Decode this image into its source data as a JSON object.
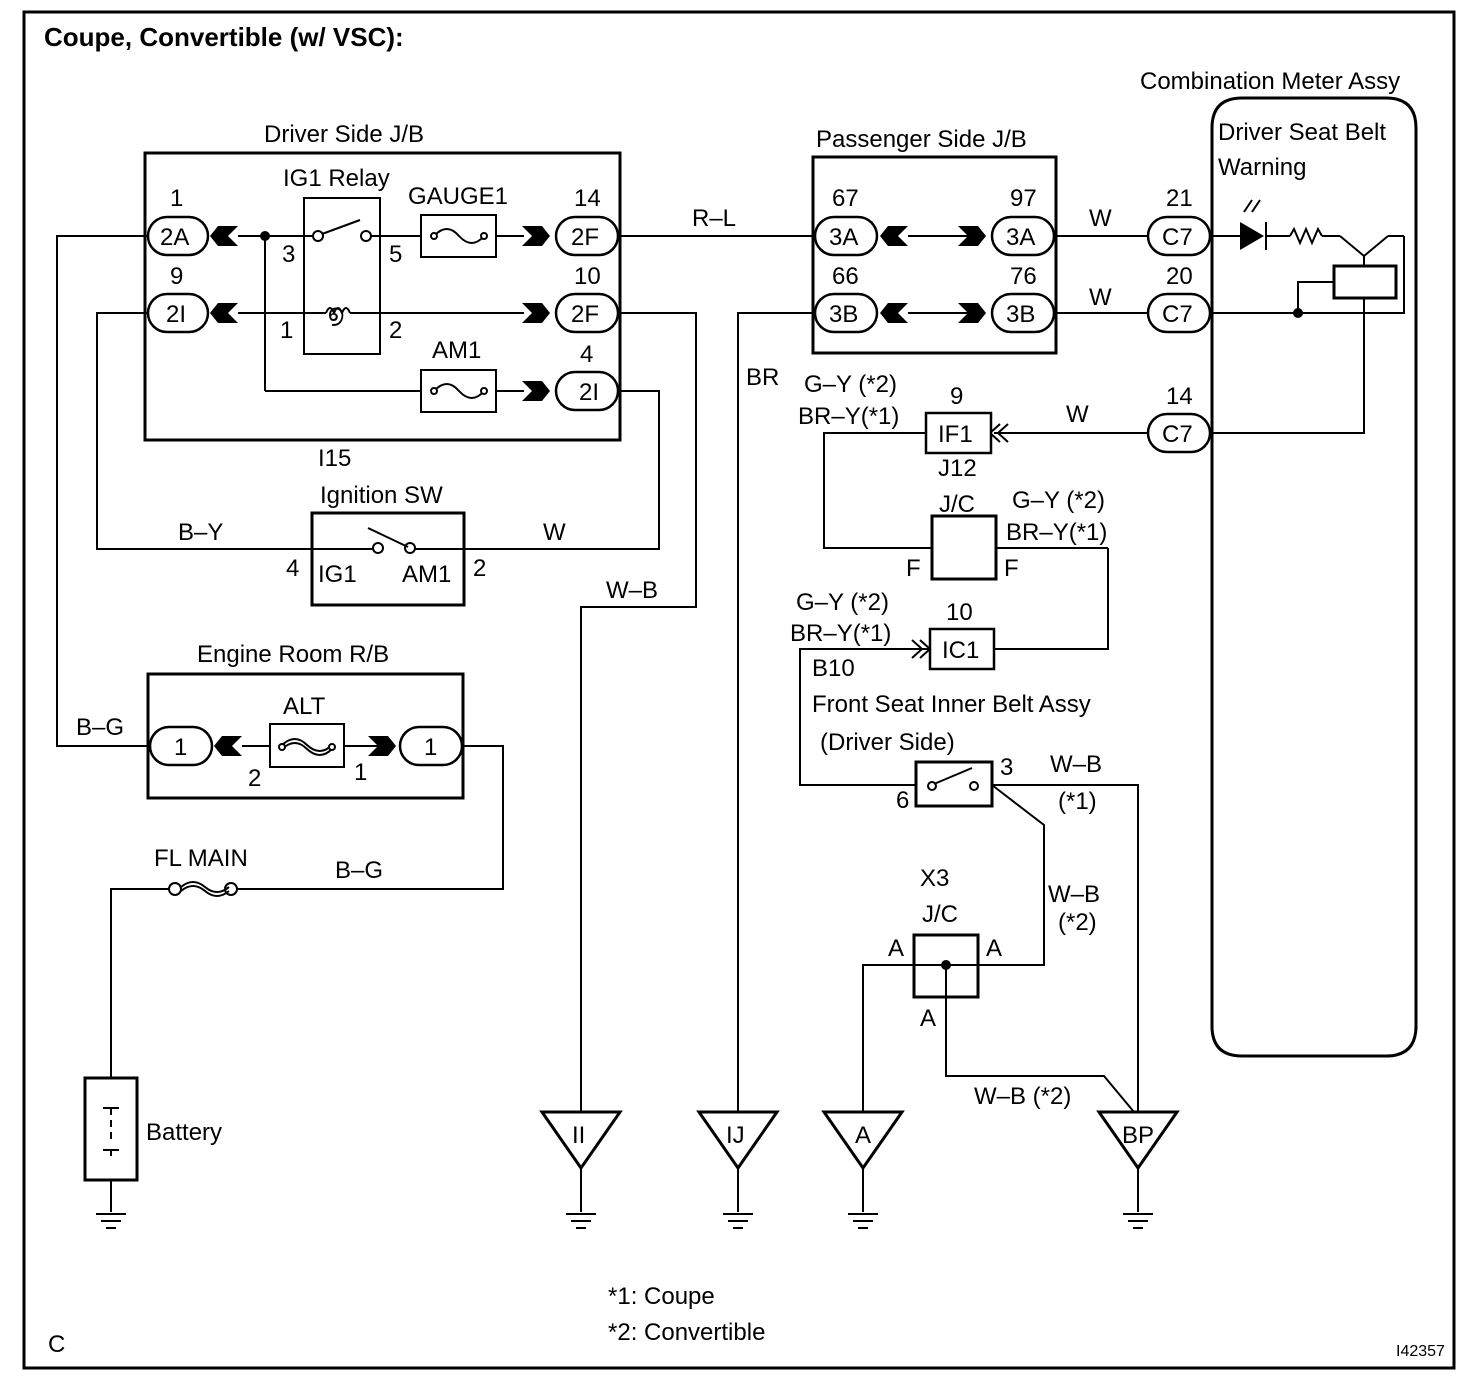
{
  "title": "Coupe, Convertible (w/ VSC):",
  "components": {
    "driver_jb": "Driver Side J/B",
    "ig1_relay": "IG1 Relay",
    "gauge1": "GAUGE1",
    "am1": "AM1",
    "i15": "I15",
    "ignition_sw": "Ignition SW",
    "ig1": "IG1",
    "am1_term": "AM1",
    "engine_rb": "Engine Room R/B",
    "alt": "ALT",
    "fl_main": "FL MAIN",
    "battery": "Battery",
    "passenger_jb": "Passenger Side J/B",
    "combo_meter": "Combination Meter Assy",
    "warning_line1": "Driver Seat Belt",
    "warning_line2": "Warning",
    "j12": "J12",
    "jc": "J/C",
    "b10": "B10",
    "belt_line1": "Front Seat Inner Belt Assy",
    "belt_line2": "(Driver Side)",
    "x3": "X3",
    "jc2": "J/C"
  },
  "connectors": {
    "c2a": "2A",
    "c2i_a": "2I",
    "c2f_a": "2F",
    "c2f_b": "2F",
    "c2i_b": "2I",
    "c3a_a": "3A",
    "c3b_a": "3B",
    "c3a_b": "3A",
    "c3b_b": "3B",
    "c7_a": "C7",
    "c7_b": "C7",
    "c7_c": "C7",
    "if1": "IF1",
    "ic1": "IC1",
    "er1_a": "1",
    "er1_b": "1"
  },
  "pins": {
    "p1": "1",
    "p9": "9",
    "p14": "14",
    "p10": "10",
    "p4": "4",
    "r3": "3",
    "r5": "5",
    "r1": "1",
    "r2": "2",
    "sw4": "4",
    "sw2": "2",
    "alt2": "2",
    "alt1": "1",
    "p67": "67",
    "p66": "66",
    "p97": "97",
    "p76": "76",
    "p21": "21",
    "p20": "20",
    "p14b": "14",
    "if9": "9",
    "ic10": "10",
    "jcF1": "F",
    "jcF2": "F",
    "b3": "3",
    "b6": "6",
    "xA1": "A",
    "xA2": "A",
    "xA3": "A"
  },
  "wires": {
    "rl": "R–L",
    "w1": "W",
    "w2": "W",
    "w3": "W",
    "w_ign": "W",
    "br": "BR",
    "by": "B–Y",
    "wb_ii": "W–B",
    "bg1": "B–G",
    "bg2": "B–G",
    "gy1": "G–Y (*2)",
    "bry1": "BR–Y(*1)",
    "gy2": "G–Y (*2)",
    "bry2": "BR–Y(*1)",
    "gy3": "G–Y (*2)",
    "bry3": "BR–Y(*1)",
    "wb1": "W–B",
    "wb1n": "(*1)",
    "wb2": "W–B",
    "wb2n": "(*2)",
    "wb3": "W–B (*2)"
  },
  "grounds": {
    "ii": "II",
    "ij": "IJ",
    "a": "A",
    "bp": "BP"
  },
  "notes": {
    "n1": "*1: Coupe",
    "n2": "*2: Convertible"
  },
  "corner": "C",
  "figure_id": "I42357"
}
